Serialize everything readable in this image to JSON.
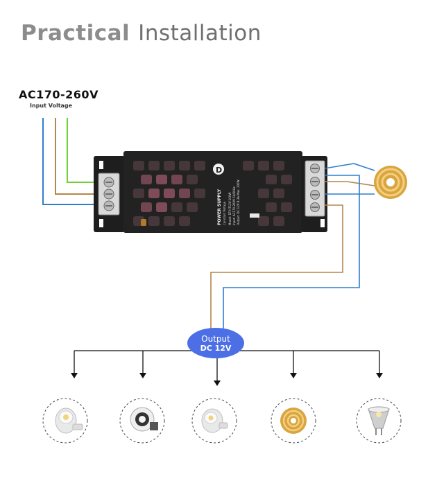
{
  "title": {
    "bold": "Practical",
    "light": "Installation"
  },
  "input": {
    "voltage": "AC170-260V",
    "label": "Input Voltage"
  },
  "output": {
    "line1": "Output",
    "line2": "DC 12V"
  },
  "psu_label": {
    "brand": "POWER SUPPLY",
    "subtitle": "Constant Voltage",
    "model": "Model: DT-HT12V-100W",
    "input": "Input: AC170-260V 50/60Hz",
    "output": "Output: DC 12V 8.3A Max. 100W"
  },
  "colors": {
    "blue": "#2f7fd0",
    "brown": "#b5864a",
    "green": "#6cd132",
    "badge": "#4c6fe6"
  },
  "devices": [
    {
      "name": "gu10-spotlight-icon"
    },
    {
      "name": "recessed-downlight-icon"
    },
    {
      "name": "gu10-spotlight-icon"
    },
    {
      "name": "led-strip-reel-icon"
    },
    {
      "name": "mr16-bulb-icon"
    }
  ]
}
